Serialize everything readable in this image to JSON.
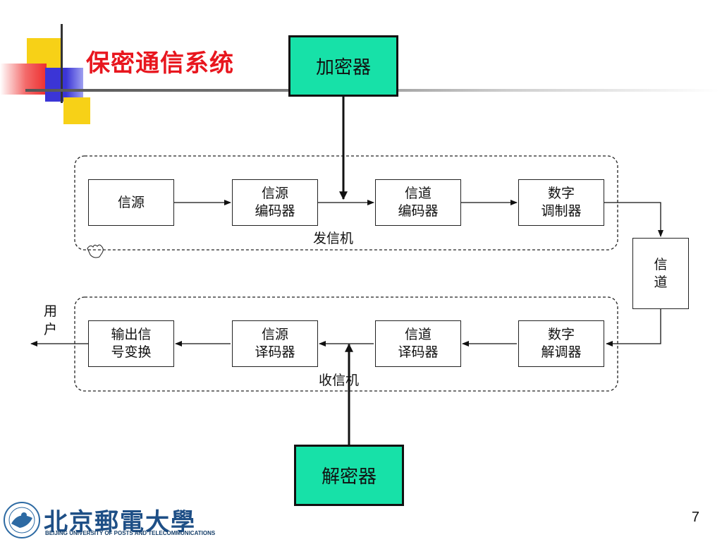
{
  "slide": {
    "title": "保密通信系统",
    "page_number": "7"
  },
  "diagram": {
    "encryptor": "加密器",
    "decryptor": "解密器",
    "transmitter": {
      "group_label": "发信机",
      "blocks": [
        {
          "line1": "信源",
          "line2": ""
        },
        {
          "line1": "信源",
          "line2": "编码器"
        },
        {
          "line1": "信道",
          "line2": "编码器"
        },
        {
          "line1": "数字",
          "line2": "调制器"
        }
      ]
    },
    "channel": {
      "line1": "信",
      "line2": "道"
    },
    "receiver": {
      "group_label": "收信机",
      "blocks": [
        {
          "line1": "输出信",
          "line2": "号变换"
        },
        {
          "line1": "信源",
          "line2": "译码器"
        },
        {
          "line1": "信道",
          "line2": "译码器"
        },
        {
          "line1": "数字",
          "line2": "解调器"
        }
      ]
    },
    "user": {
      "line1": "用",
      "line2": "户"
    }
  },
  "logo": {
    "name_cn": "北京郵電大學",
    "name_en": "BEIJING UNIVERSITY OF POSTS AND TELECOMMUNICATIONS"
  },
  "colors": {
    "title": "#e8161e",
    "crypto_box_fill": "#17e1a8",
    "accent_yellow": "#f7d117",
    "accent_blue": "#3b35d6",
    "logo_blue": "#1e4f86"
  }
}
